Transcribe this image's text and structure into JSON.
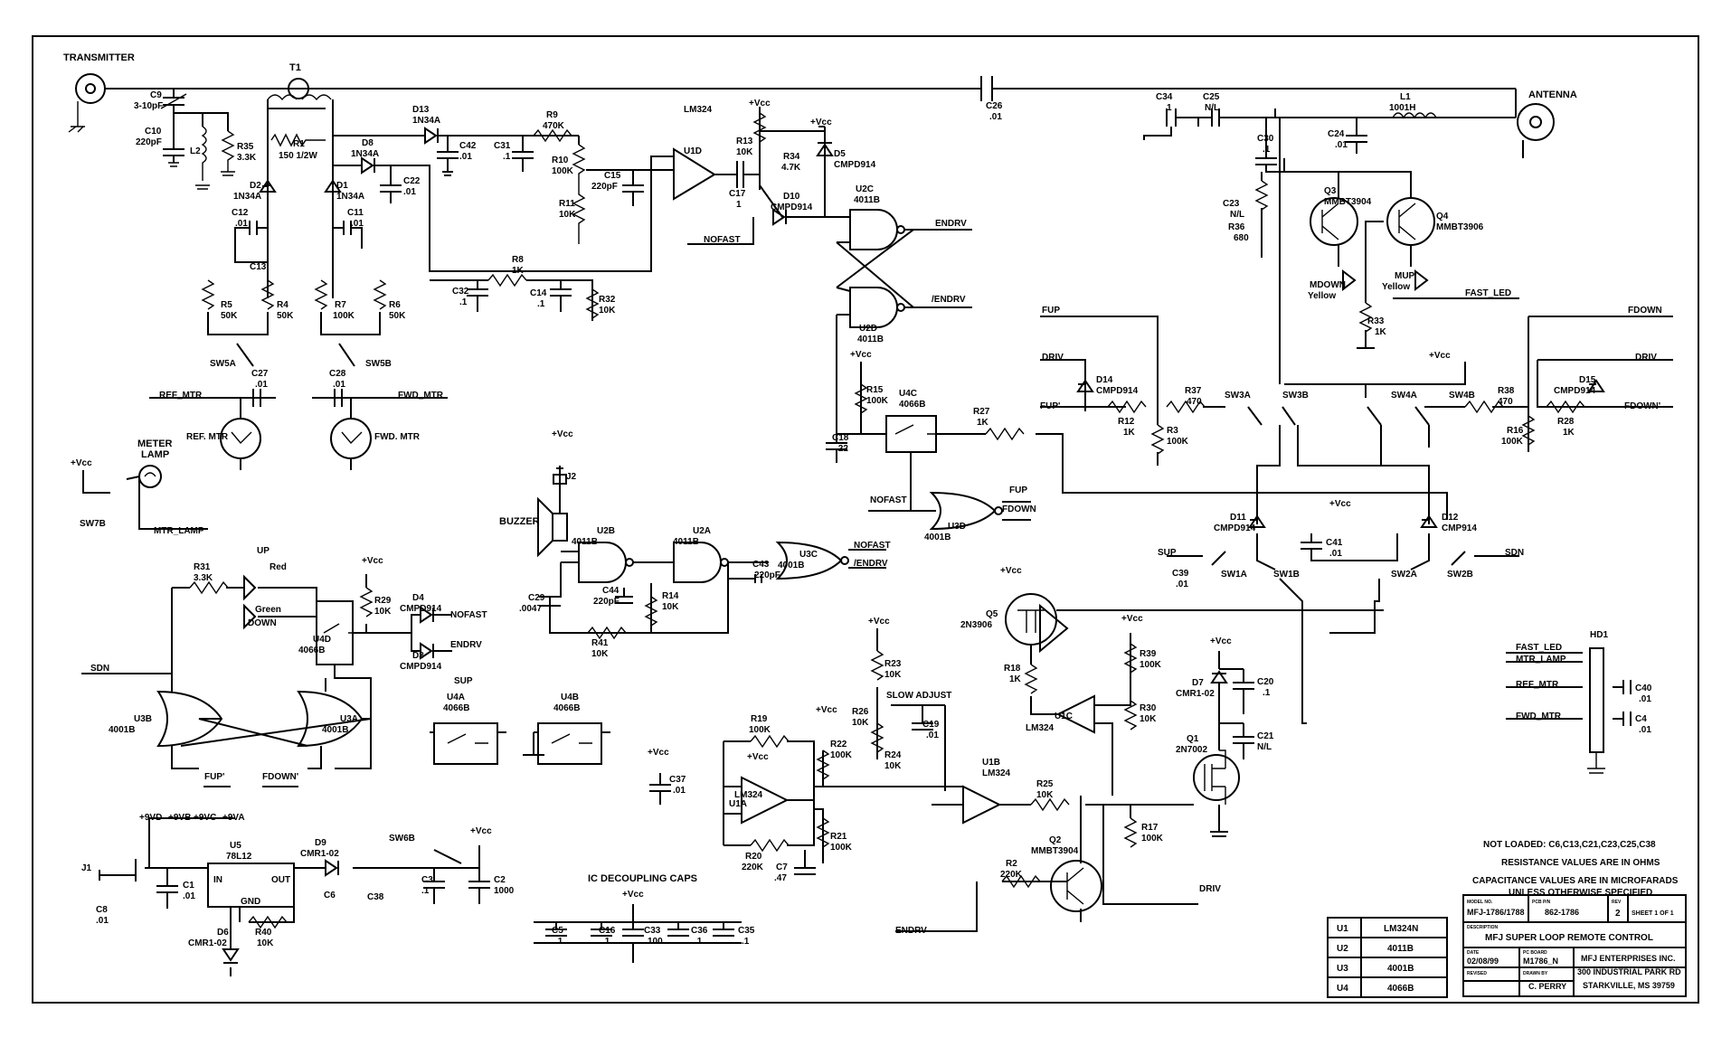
{
  "connectors": {
    "transmitter": "TRANSMITTER",
    "antenna": "ANTENNA",
    "buzzer": "BUZZER",
    "meter_lamp": [
      "METER",
      "LAMP"
    ],
    "ref_meter": "REF. MTR",
    "fwd_meter": "FWD. MTR",
    "slow_adjust": "SLOW ADJUST",
    "ic_decoupling": "IC DECOUPLING CAPS"
  },
  "components": [
    {
      "ref": "T1",
      "value": ""
    },
    {
      "ref": "C9",
      "value": "3-10pF"
    },
    {
      "ref": "C10",
      "value": "220pF"
    },
    {
      "ref": "L2",
      "value": ""
    },
    {
      "ref": "R35",
      "value": "3.3K"
    },
    {
      "ref": "R1",
      "value": "150 1/2W"
    },
    {
      "ref": "D13",
      "value": "1N34A"
    },
    {
      "ref": "D8",
      "value": "1N34A"
    },
    {
      "ref": "D2",
      "value": "1N34A"
    },
    {
      "ref": "D1",
      "value": "1N34A"
    },
    {
      "ref": "C42",
      "value": ".01"
    },
    {
      "ref": "C22",
      "value": ".01"
    },
    {
      "ref": "C31",
      "value": ".1"
    },
    {
      "ref": "C12",
      "value": ".01"
    },
    {
      "ref": "C13",
      "value": ""
    },
    {
      "ref": "C11",
      "value": ".01"
    },
    {
      "ref": "R9",
      "value": "470K"
    },
    {
      "ref": "R10",
      "value": "100K"
    },
    {
      "ref": "R11",
      "value": "10K"
    },
    {
      "ref": "C15",
      "value": "220pF"
    },
    {
      "ref": "R8",
      "value": "1K"
    },
    {
      "ref": "C32",
      "value": ".1"
    },
    {
      "ref": "C14",
      "value": ".1"
    },
    {
      "ref": "R32",
      "value": "10K"
    },
    {
      "ref": "R5",
      "value": "50K"
    },
    {
      "ref": "R4",
      "value": "50K"
    },
    {
      "ref": "R7",
      "value": "100K"
    },
    {
      "ref": "R6",
      "value": "50K"
    },
    {
      "ref": "C27",
      "value": ".01"
    },
    {
      "ref": "C28",
      "value": ".01"
    },
    {
      "ref": "R13",
      "value": "10K"
    },
    {
      "ref": "R34",
      "value": "4.7K"
    },
    {
      "ref": "D5",
      "value": "CMPD914"
    },
    {
      "ref": "C17",
      "value": "1"
    },
    {
      "ref": "D10",
      "value": "CMPD914"
    },
    {
      "ref": "C26",
      "value": ".01"
    },
    {
      "ref": "C34",
      "value": "1"
    },
    {
      "ref": "C25",
      "value": "N/L"
    },
    {
      "ref": "L1",
      "value": "1001H"
    },
    {
      "ref": "C24",
      "value": ".01"
    },
    {
      "ref": "C30",
      "value": ".1"
    },
    {
      "ref": "C23",
      "value": "N/L"
    },
    {
      "ref": "R36",
      "value": "680"
    },
    {
      "ref": "Q3",
      "value": "MMBT3904"
    },
    {
      "ref": "Q4",
      "value": "MMBT3906"
    },
    {
      "ref": "MDOWN",
      "value": "Yellow"
    },
    {
      "ref": "MUP",
      "value": "Yellow"
    },
    {
      "ref": "R33",
      "value": "1K"
    },
    {
      "ref": "D14",
      "value": "CMPD914"
    },
    {
      "ref": "R37",
      "value": "470"
    },
    {
      "ref": "R12",
      "value": "1K"
    },
    {
      "ref": "R3",
      "value": "100K"
    },
    {
      "ref": "R38",
      "value": "470"
    },
    {
      "ref": "D15",
      "value": "CMPD914"
    },
    {
      "ref": "R28",
      "value": "1K"
    },
    {
      "ref": "R16",
      "value": "100K"
    },
    {
      "ref": "R15",
      "value": "100K"
    },
    {
      "ref": "C18",
      "value": ".22"
    },
    {
      "ref": "R27",
      "value": "1K"
    },
    {
      "ref": "D11",
      "value": "CMPD914"
    },
    {
      "ref": "D12",
      "value": "CMP914"
    },
    {
      "ref": "C41",
      "value": ".01"
    },
    {
      "ref": "C39",
      "value": ".01"
    },
    {
      "ref": "R31",
      "value": "3.3K"
    },
    {
      "ref": "UP",
      "value": "Red"
    },
    {
      "ref": "DOWN",
      "value": "Green"
    },
    {
      "ref": "R29",
      "value": "10K"
    },
    {
      "ref": "D4",
      "value": "CMPD914"
    },
    {
      "ref": "D3",
      "value": "CMPD914"
    },
    {
      "ref": "C29",
      "value": ".0047"
    },
    {
      "ref": "C44",
      "value": "220pF"
    },
    {
      "ref": "R14",
      "value": "10K"
    },
    {
      "ref": "R41",
      "value": "10K"
    },
    {
      "ref": "C43",
      "value": "220pF"
    },
    {
      "ref": "Q5",
      "value": "2N3906"
    },
    {
      "ref": "R18",
      "value": "1K"
    },
    {
      "ref": "R39",
      "value": "100K"
    },
    {
      "ref": "R30",
      "value": "10K"
    },
    {
      "ref": "D7",
      "value": "CMR1-02"
    },
    {
      "ref": "C20",
      "value": ".1"
    },
    {
      "ref": "C21",
      "value": "N/L"
    },
    {
      "ref": "Q1",
      "value": "2N7002"
    },
    {
      "ref": "R23",
      "value": "10K"
    },
    {
      "ref": "R26",
      "value": "10K"
    },
    {
      "ref": "C19",
      "value": ".01"
    },
    {
      "ref": "R24",
      "value": "10K"
    },
    {
      "ref": "R19",
      "value": "100K"
    },
    {
      "ref": "R22",
      "value": "100K"
    },
    {
      "ref": "R21",
      "value": "100K"
    },
    {
      "ref": "R20",
      "value": "220K"
    },
    {
      "ref": "C7",
      "value": ".47"
    },
    {
      "ref": "R25",
      "value": "10K"
    },
    {
      "ref": "R17",
      "value": "100K"
    },
    {
      "ref": "R2",
      "value": "220K"
    },
    {
      "ref": "Q2",
      "value": "MMBT3904"
    },
    {
      "ref": "C37",
      "value": ".01"
    },
    {
      "ref": "C40",
      "value": ".01"
    },
    {
      "ref": "C4",
      "value": ".01"
    },
    {
      "ref": "U5",
      "value": "78L12"
    },
    {
      "ref": "D9",
      "value": "CMR1-02"
    },
    {
      "ref": "C1",
      "value": ".01"
    },
    {
      "ref": "C8",
      "value": ".01"
    },
    {
      "ref": "D6",
      "value": "CMR1-02"
    },
    {
      "ref": "R40",
      "value": "10K"
    },
    {
      "ref": "C3",
      "value": ".1"
    },
    {
      "ref": "C2",
      "value": "1000"
    },
    {
      "ref": "C6",
      "value": ""
    },
    {
      "ref": "C38",
      "value": ""
    },
    {
      "ref": "C5",
      "value": ".1"
    },
    {
      "ref": "C16",
      "value": ".1"
    },
    {
      "ref": "C33",
      "value": "100"
    },
    {
      "ref": "C36",
      "value": ".1"
    },
    {
      "ref": "C35",
      "value": ".1"
    }
  ],
  "ics": {
    "U1D": "LM324",
    "U1C": "LM324",
    "U1B": "LM324",
    "U1A": "LM324",
    "U2C": "4011B",
    "U2D": "4011B",
    "U2B": "4011B",
    "U2A": "4011B",
    "U3C": "4001B",
    "U3D": "4001B",
    "U3B": "4001B",
    "U3A": "4001B",
    "U4C": "4066B",
    "U4D": "4066B",
    "U4A": "4066B",
    "U4B": "4066B"
  },
  "switches": [
    "SW5A",
    "SW5B",
    "SW7B",
    "SW3A",
    "SW3B",
    "SW4A",
    "SW4B",
    "SW1A",
    "SW1B",
    "SW2A",
    "SW2B",
    "SW6B"
  ],
  "nets": {
    "vcc": "+Vcc",
    "nofast": "NOFAST",
    "endrv": "ENDRV",
    "endrv_bar": "/ENDRV",
    "ref_mtr": "REF_MTR",
    "fwd_mtr": "FWD_MTR",
    "mtr_lamp": "MTR_LAMP",
    "fup": "FUP",
    "fup_p": "FUP'",
    "fdown": "FDOWN",
    "fdown_p": "FDOWN'",
    "driv": "DRIV",
    "fast_led": "FAST_LED",
    "sup": "SUP",
    "sdn": "SDN",
    "v9d": "+9VD",
    "v9b": "+9VB",
    "v9c": "+9VC",
    "v9a": "+9VA",
    "in": "IN",
    "out": "OUT",
    "gnd": "GND",
    "j1": "J1",
    "j2": "J2",
    "hd1": "HD1"
  },
  "header_hd1": [
    "FAST_LED",
    "MTR_LAMP",
    "",
    "REF_MTR",
    "",
    "FWD_MTR",
    "",
    ""
  ],
  "notes": {
    "not_loaded": "NOT LOADED:  C6,C13,C21,C23,C25,C38",
    "resistance": "RESISTANCE VALUES ARE IN OHMS",
    "capacitance": "CAPACITANCE VALUES ARE IN MICROFARADS",
    "unless": "UNLESS OTHERWISE SPECIFIED"
  },
  "ic_table": [
    {
      "ref": "U1",
      "part": "LM324N"
    },
    {
      "ref": "U2",
      "part": "4011B"
    },
    {
      "ref": "U3",
      "part": "4001B"
    },
    {
      "ref": "U4",
      "part": "4066B"
    }
  ],
  "title_block": {
    "model_label": "MODEL NO.",
    "model": "MFJ-1786/1788",
    "pcb_label": "PCB P/N",
    "pcb": "862-1786",
    "rev_label": "REV",
    "rev": "2",
    "sheet": "SHEET 1 OF 1",
    "desc_label": "DESCRIPTION",
    "title": "MFJ SUPER LOOP REMOTE CONTROL",
    "date_label": "DATE",
    "date": "02/08/99",
    "board_label": "PC BOARD",
    "board": "M1786_N",
    "revised_label": "REVISED",
    "drawn_label": "DRAWN BY",
    "drawn": "C. PERRY",
    "company": "MFJ ENTERPRISES INC.",
    "address1": "300 INDUSTRIAL PARK RD",
    "address2": "STARKVILLE, MS 39759"
  }
}
